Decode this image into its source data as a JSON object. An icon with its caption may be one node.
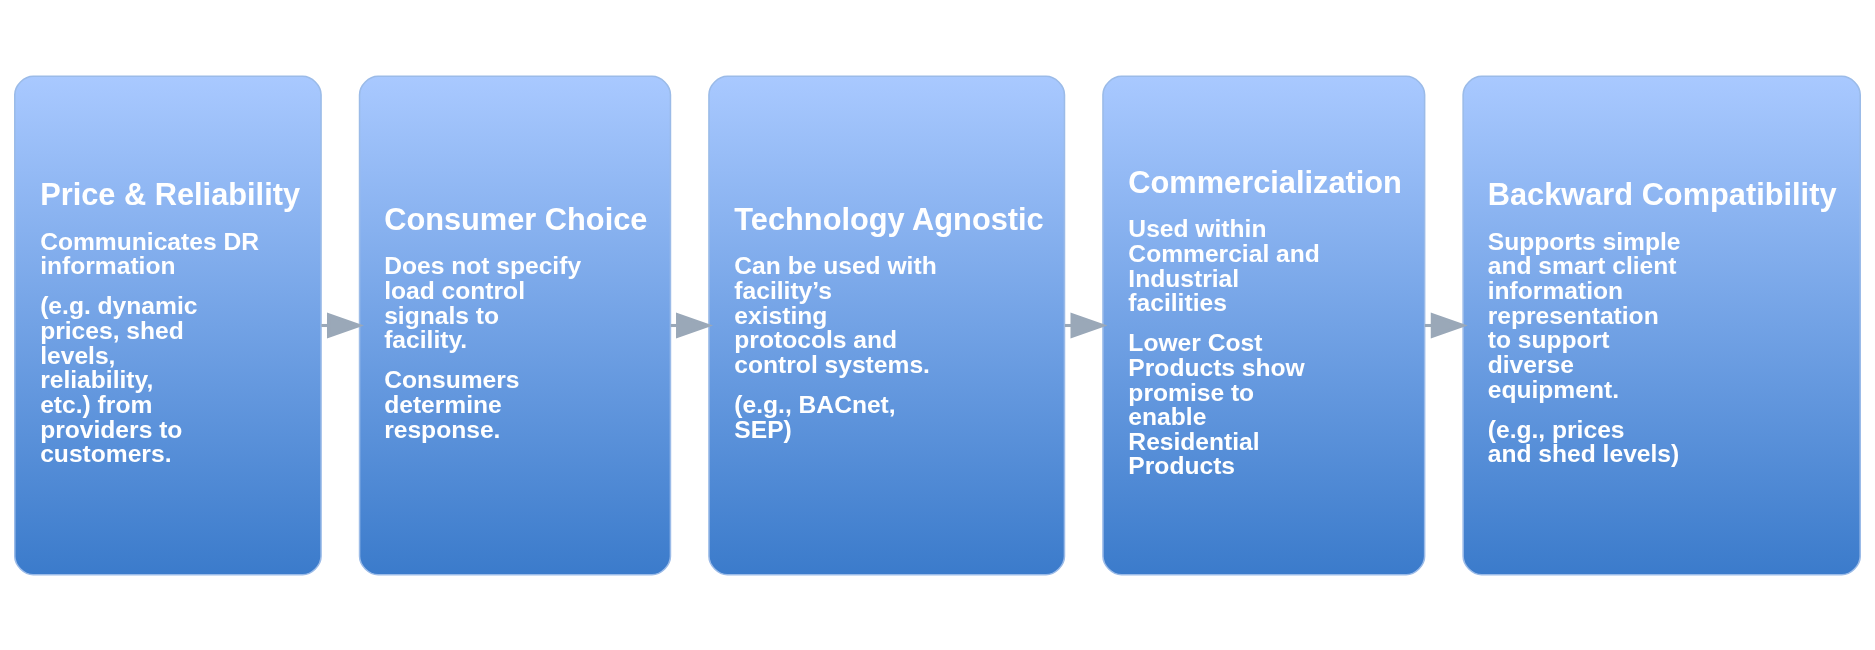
{
  "diagram": {
    "nodes": [
      {
        "text": [
          "Price & Reliability",
          "Communicates DR information",
          "(e.g. dynamic prices, shed levels, reliability, etc.) from providers to customers."
        ]
      },
      {
        "text": [
          "Consumer Choice",
          "Does not specify load control signals to facility.",
          "Consumers determine response."
        ]
      },
      {
        "text": [
          "Technology Agnostic",
          "Can be used with facility’s existing protocols and control systems.",
          "(e.g., BACnet, SEP)"
        ]
      },
      {
        "text": [
          "Commercialization",
          "Used within Commercial and Industrial facilities",
          "Lower Cost Products show promise to enable Residential Products"
        ]
      },
      {
        "text": [
          "Backward Compatibility",
          "Supports simple and smart client information representation to support diverse equipment.",
          "(e.g., prices and shed levels)"
        ]
      }
    ],
    "edges": [
      {
        "from": 0,
        "to": 1,
        "arrow": "to"
      },
      {
        "from": 1,
        "to": 2,
        "arrow": "to"
      },
      {
        "from": 2,
        "to": 3,
        "arrow": "to"
      },
      {
        "from": 3,
        "to": 4,
        "arrow": "to"
      }
    ]
  }
}
